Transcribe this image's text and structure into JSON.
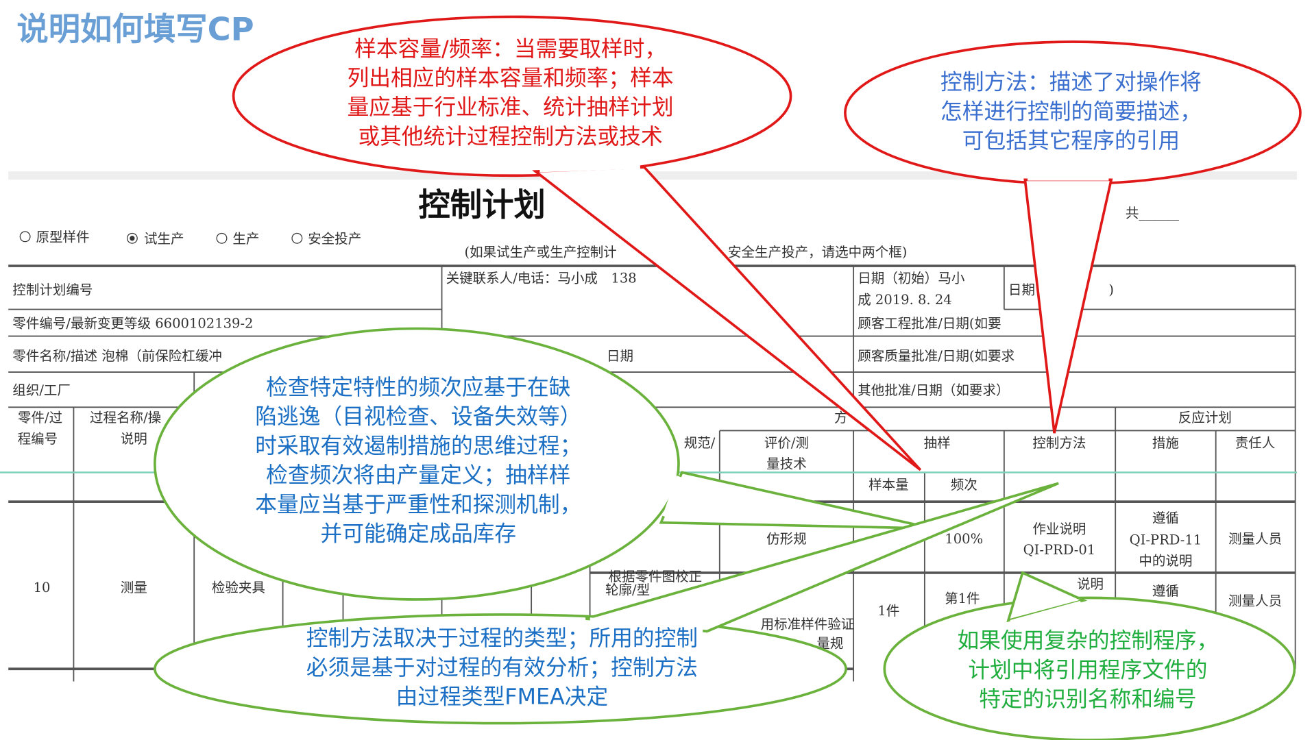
{
  "slide_title": "说明如何填写CP",
  "sheet": {
    "title": "控制计划",
    "page_total": "共______",
    "radios": [
      {
        "label": "原型样件",
        "checked": false
      },
      {
        "label": "试生产",
        "checked": true
      },
      {
        "label": "生产",
        "checked": false
      },
      {
        "label": "安全投产",
        "checked": false
      }
    ],
    "note_left": "(如果试生产或生产控制计",
    "note_right": "安全生产投产，请选中两个框)",
    "control_plan_no": "控制计划编号",
    "key_contact": "关键联系人/电话：马小成　138",
    "date_initial_1": "日期（初始）马小",
    "date_initial_2": "成 2019. 8. 24",
    "date_rev": "日期",
    "date_rev_end": ")",
    "part_no": "零件编号/最新变更等级 6600102139-2",
    "cust_eng": "顾客工程批准/日期(如要",
    "part_name": "零件名称/描述 泡棉（前保险杠缓冲",
    "mid_date": "日期",
    "cust_quality": "顾客质量批准/日期(如要求",
    "org": "组织/工厂",
    "other_approval": "其他批准/日期（如要求）",
    "headers": {
      "part_proc_no_1": "零件/过",
      "part_proc_no_2": "程编号",
      "proc_name_1": "过程名称/操",
      "proc_name_2": "说明",
      "method": "方",
      "spec": "规范/",
      "eval_1": "评价/测",
      "eval_2": "量技术",
      "sampling": "抽样",
      "sample_size": "样本量",
      "frequency": "频次",
      "control_method": "控制方法",
      "reaction_plan": "反应计划",
      "action": "措施",
      "owner": "责任人"
    },
    "rows": {
      "proc_no": "10",
      "proc_name": "测量",
      "device": "检验夹具",
      "r1_eval": "仿形规",
      "r1_freq": "100%",
      "r1_ctrl_1": "作业说明",
      "r1_ctrl_2": "QI-PRD-01",
      "r1_act_1": "遵循",
      "r1_act_2": "QI-PRD-11",
      "r1_act_3": "中的说明",
      "r1_owner": "测量人员",
      "r2_spec_1": "根据零件图校正",
      "r2_spec_2": "轮廓/型",
      "r2_eval_1": "用标准样件验证",
      "r2_eval_2": "量规",
      "r2_size": "1件",
      "r2_freq": "第1件",
      "r2_ctrl": "说明",
      "r2_act": "遵循",
      "r2_owner": "测量人员"
    }
  },
  "callouts": {
    "sample": [
      "样本容量/频率：当需要取样时，",
      "列出相应的样本容量和频率；样本",
      "量应基于行业标准、统计抽样计划",
      "或其他统计过程控制方法或技术"
    ],
    "control": [
      "控制方法：描述了对操作将",
      "怎样进行控制的简要描述，",
      "可包括其它程序的引用"
    ],
    "frequency": [
      "检查特定特性的频次应基于在缺",
      "陷逃逸（目视检查、设备失效等）",
      "时采取有效遏制措施的思维过程；",
      "检查频次将由产量定义；抽样样",
      "本量应当基于严重性和探测机制，",
      "并可能确定成品库存"
    ],
    "method": [
      "控制方法取决于过程的类型；所用的控制",
      "必须是基于对过程的有效分析；控制方法",
      "由过程类型FMEA决定"
    ],
    "complex": [
      "如果使用复杂的控制程序，",
      "计划中将引用程序文件的",
      "特定的识别名称和编号"
    ]
  },
  "colors": {
    "red": "#e01818",
    "green": "#6ab23c",
    "blue_text": "#1a6fc4",
    "green_text": "#1fae3e",
    "title": "#6a9fd6"
  }
}
